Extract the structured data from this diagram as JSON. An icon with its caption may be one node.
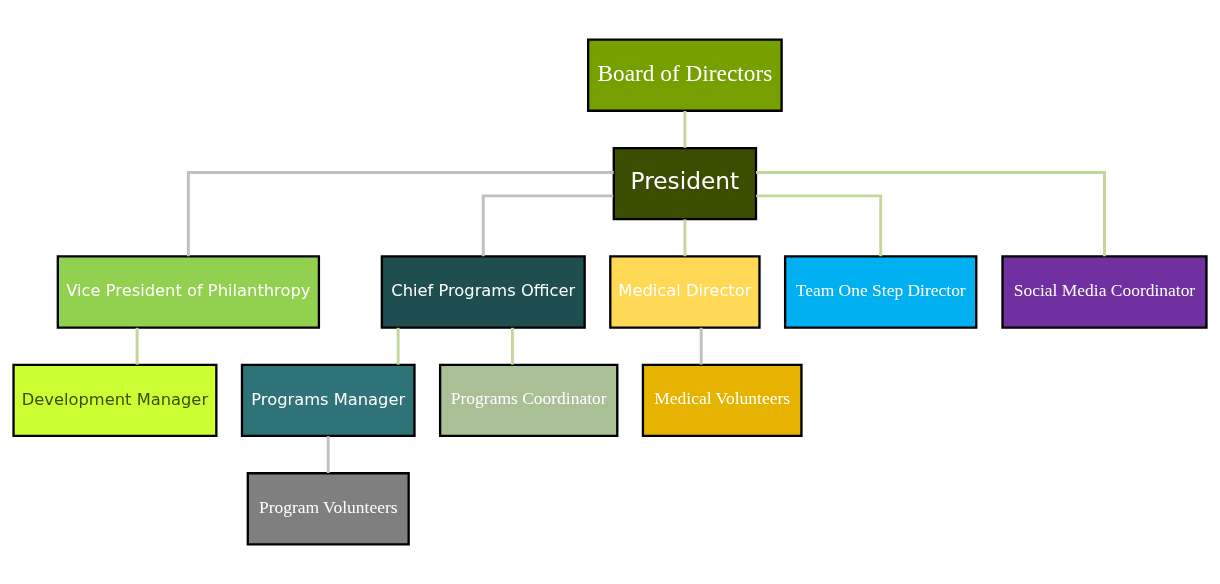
{
  "diagram": {
    "nodes": [
      {
        "text": [
          "Board of Directors"
        ]
      },
      {
        "text": [
          "President"
        ]
      },
      {
        "text": [
          "Vice President of Philanthropy"
        ]
      },
      {
        "text": [
          "Chief Programs Officer"
        ]
      },
      {
        "text": [
          "Medical Director"
        ]
      },
      {
        "text": [
          "Team One Step Director"
        ]
      },
      {
        "text": [
          "Social Media Coordinator"
        ]
      },
      {
        "text": [
          "Development Manager"
        ]
      },
      {
        "text": [
          "Programs Manager"
        ]
      },
      {
        "text": [
          "Programs Coordinator"
        ]
      },
      {
        "text": [
          "Medical Volunteers"
        ]
      },
      {
        "text": [
          "Program Volunteers"
        ]
      }
    ],
    "edges": [
      {
        "from": 0,
        "to": 1,
        "arrow": "none"
      },
      {
        "from": 1,
        "to": 2,
        "arrow": "none",
        "color": "#c0c0c0"
      },
      {
        "from": 1,
        "to": 3,
        "arrow": "none",
        "color": "#c0c0c0"
      },
      {
        "from": 1,
        "to": 4,
        "arrow": "none"
      },
      {
        "from": 1,
        "to": 5,
        "arrow": "none"
      },
      {
        "from": 1,
        "to": 6,
        "arrow": "none"
      },
      {
        "from": 2,
        "to": 7,
        "arrow": "none"
      },
      {
        "from": 3,
        "to": 8,
        "arrow": "none"
      },
      {
        "from": 3,
        "to": 9,
        "arrow": "none"
      },
      {
        "from": 4,
        "to": 10,
        "arrow": "none",
        "color": "#c0c0c0"
      },
      {
        "from": 8,
        "to": 11,
        "arrow": "none",
        "color": "#c0c0c0"
      }
    ]
  }
}
